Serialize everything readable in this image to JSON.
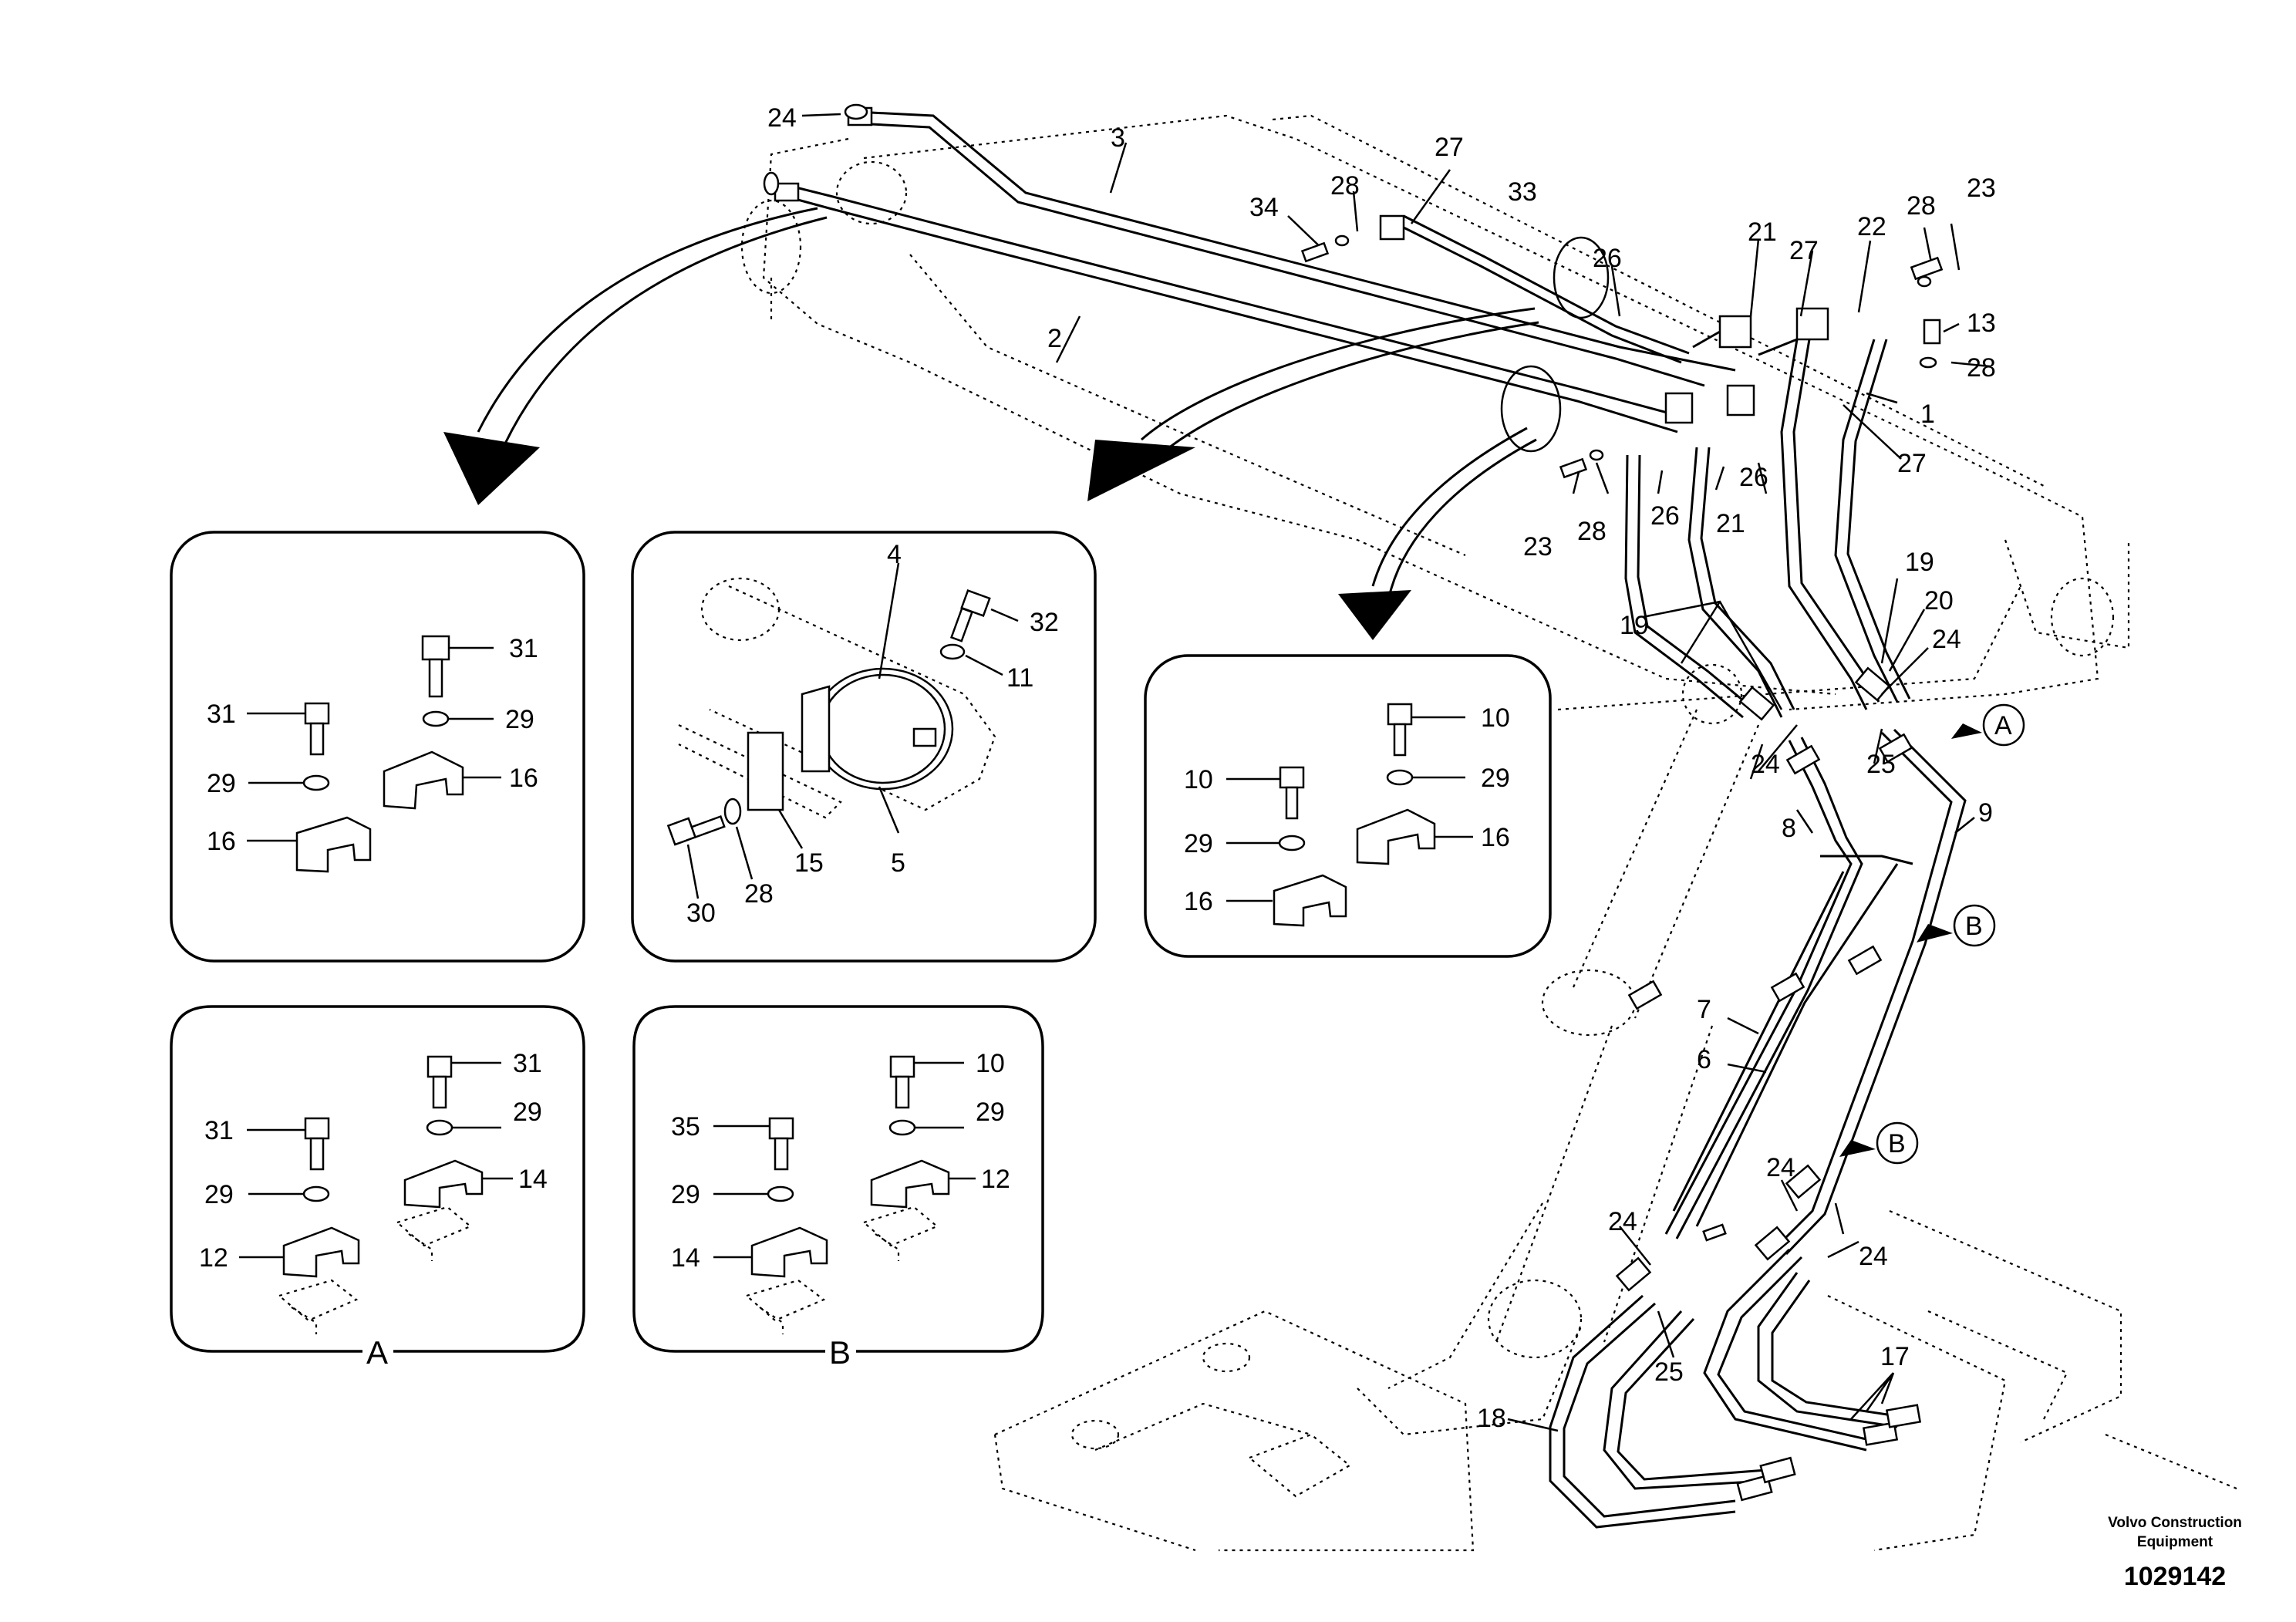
{
  "callouts": {
    "c24a": "24",
    "c3": "3",
    "c2": "2",
    "c34": "34",
    "c28a": "28",
    "c27a": "27",
    "c33": "33",
    "c26a": "26",
    "c21a": "21",
    "c27b": "27",
    "c22": "22",
    "c28b": "28",
    "c23a": "23",
    "c13": "13",
    "c28c": "28",
    "c1": "1",
    "c27c": "27",
    "c26b": "26",
    "c21b": "21",
    "c26c": "26",
    "c23b": "23",
    "c28d": "28",
    "c19a": "19",
    "c19b": "19",
    "c20": "20",
    "c24b": "24",
    "c24c": "24",
    "c25a": "25",
    "c8": "8",
    "c9": "9",
    "c7": "7",
    "c6": "6",
    "c24d": "24",
    "c24e": "24",
    "c24f": "24",
    "c25b": "25",
    "c18": "18",
    "c17": "17"
  },
  "markers": {
    "A1": "A",
    "B1": "B",
    "B2": "B"
  },
  "panel_clamp_a": {
    "p31a": "31",
    "p29a": "29",
    "p31b": "31",
    "p29b": "29",
    "p16a": "16",
    "p16b": "16"
  },
  "panel_band": {
    "p4": "4",
    "p32": "32",
    "p11": "11",
    "p15": "15",
    "p5": "5",
    "p30": "30",
    "p28": "28"
  },
  "panel_clamp_b": {
    "p10a": "10",
    "p10b": "10",
    "p29a": "29",
    "p29b": "29",
    "p16a": "16",
    "p16b": "16"
  },
  "panel_detail_a": {
    "p31a": "31",
    "p29a": "29",
    "p31b": "31",
    "p29b": "29",
    "p14": "14",
    "p12": "12",
    "caption": "A"
  },
  "panel_detail_b": {
    "p10": "10",
    "p29a": "29",
    "p35": "35",
    "p29b": "29",
    "p12": "12",
    "p14": "14",
    "caption": "B"
  },
  "footer": {
    "brand_line1": "Volvo Construction",
    "brand_line2": "Equipment",
    "drawing_number": "1029142"
  }
}
